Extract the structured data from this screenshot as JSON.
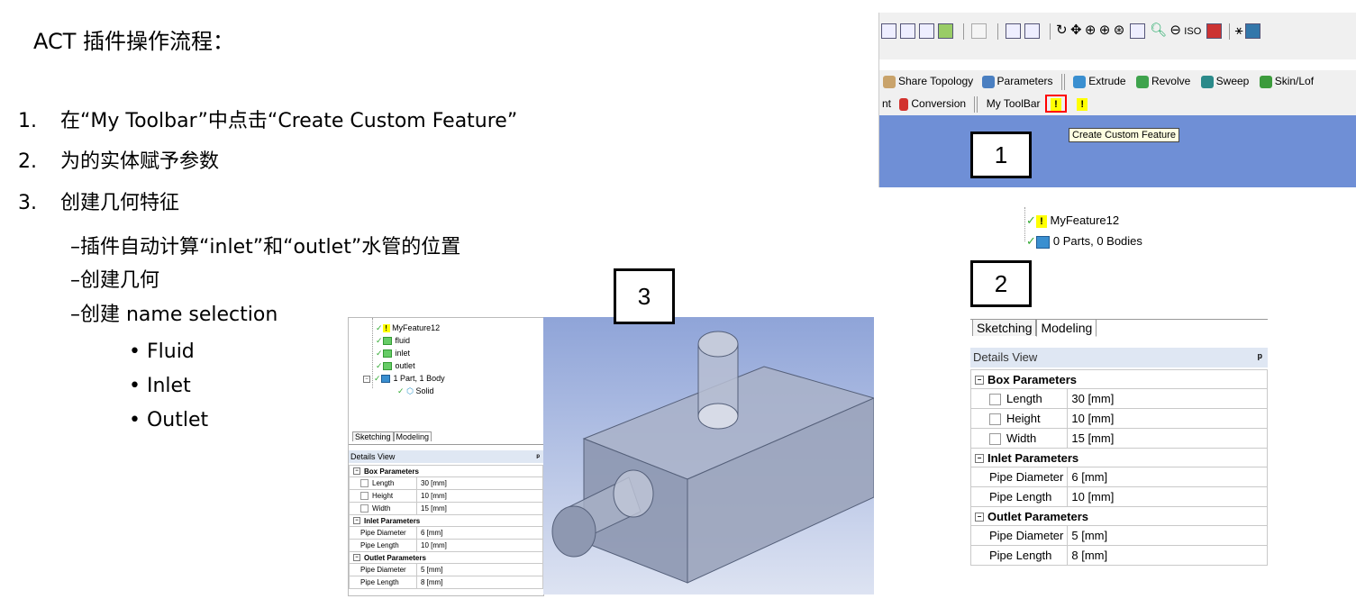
{
  "slide": {
    "title": "ACT 插件操作流程：",
    "steps": [
      {
        "num": "1.",
        "text": "在“My Toolbar”中点击“Create Custom Feature”"
      },
      {
        "num": "2.",
        "text": "为的实体赋予参数"
      },
      {
        "num": "3.",
        "text": "创建几何特征"
      }
    ],
    "substeps": [
      "–插件自动计算“inlet”和“outlet”水管的位置",
      "–创建几何",
      "–创建 name selection"
    ],
    "bullets": [
      "Fluid",
      "Inlet",
      "Outlet"
    ],
    "callouts": [
      "1",
      "2",
      "3"
    ]
  },
  "toolbar_shot": {
    "row2": {
      "share_topology": "Share Topology",
      "parameters": "Parameters",
      "extrude": "Extrude",
      "revolve": "Revolve",
      "sweep": "Sweep",
      "skin_loft": "Skin/Lof"
    },
    "row3": {
      "cut_text": "nt",
      "conversion": "Conversion",
      "my_toolbar": "My ToolBar"
    },
    "tooltip": "Create Custom Feature",
    "viewport_color": "#6f8fd6",
    "highlight_color": "#ff0000"
  },
  "tree_shot": {
    "feature": "MyFeature12",
    "parts": "0 Parts, 0 Bodies",
    "tabs": [
      "Sketching",
      "Modeling"
    ],
    "details_title": "Details View",
    "pin": "ᵖ"
  },
  "details": {
    "box_header": "Box Parameters",
    "box_rows": [
      {
        "label": "Length",
        "value": "30 [mm]"
      },
      {
        "label": "Height",
        "value": "10 [mm]"
      },
      {
        "label": "Width",
        "value": "15 [mm]"
      }
    ],
    "inlet_header": "Inlet Parameters",
    "inlet_rows": [
      {
        "label": "Pipe Diameter",
        "value": "6 [mm]"
      },
      {
        "label": "Pipe Length",
        "value": "10 [mm]"
      }
    ],
    "outlet_header": "Outlet Parameters",
    "outlet_rows": [
      {
        "label": "Pipe Diameter",
        "value": "5 [mm]"
      },
      {
        "label": "Pipe Length",
        "value": "8 [mm]"
      }
    ]
  },
  "model_shot": {
    "tree": {
      "feature": "MyFeature12",
      "fluid": "fluid",
      "inlet": "inlet",
      "outlet": "outlet",
      "part": "1 Part, 1 Body",
      "solid": "Solid"
    },
    "tabs": [
      "Sketching",
      "Modeling"
    ],
    "details_title": "Details View"
  }
}
